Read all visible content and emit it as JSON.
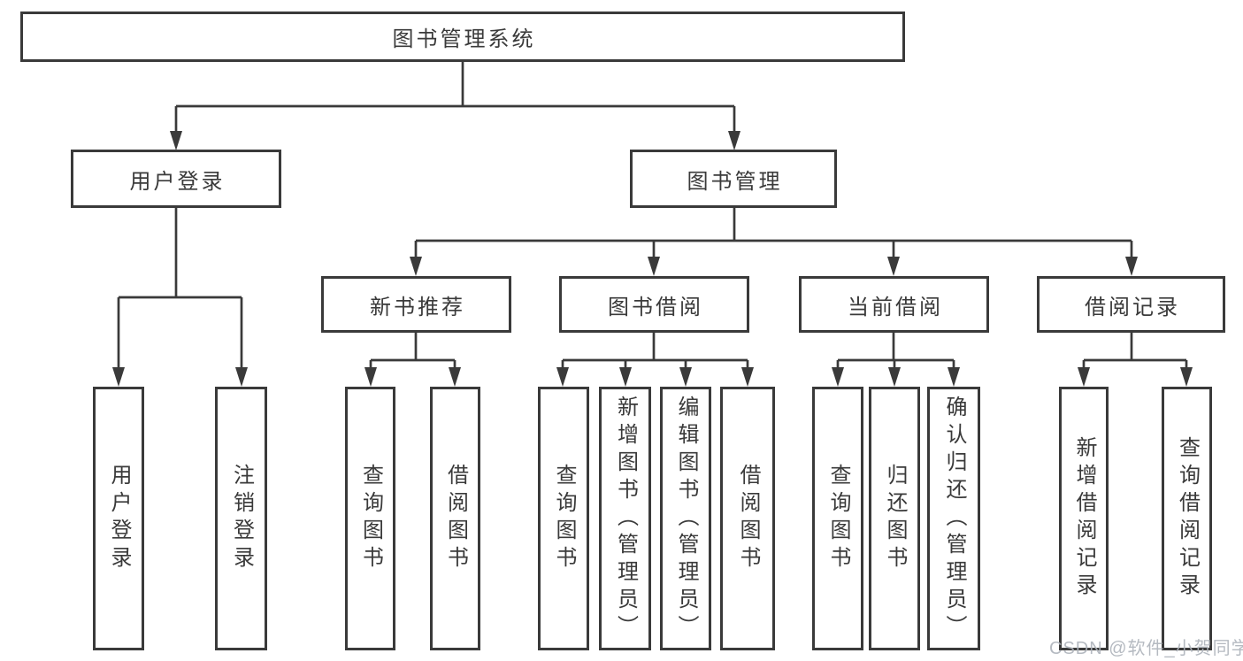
{
  "tree": {
    "root": {
      "label": "图书管理系统"
    },
    "level2": [
      {
        "label": "用户登录"
      },
      {
        "label": "图书管理"
      }
    ],
    "level3": [
      {
        "label": "新书推荐"
      },
      {
        "label": "图书借阅"
      },
      {
        "label": "当前借阅"
      },
      {
        "label": "借阅记录"
      }
    ],
    "leafGroups": [
      {
        "parent": "用户登录",
        "leaves": [
          {
            "label": "用户登录"
          },
          {
            "label": "注销登录"
          }
        ]
      },
      {
        "parent": "新书推荐",
        "leaves": [
          {
            "label": "查询图书"
          },
          {
            "label": "借阅图书"
          }
        ]
      },
      {
        "parent": "图书借阅",
        "leaves": [
          {
            "label": "查询图书"
          },
          {
            "label": "新增图书（管理员）"
          },
          {
            "label": "编辑图书（管理员）"
          },
          {
            "label": "借阅图书"
          }
        ]
      },
      {
        "parent": "当前借阅",
        "leaves": [
          {
            "label": "查询图书"
          },
          {
            "label": "归还图书"
          },
          {
            "label": "确认归还（管理员）"
          }
        ]
      },
      {
        "parent": "借阅记录",
        "leaves": [
          {
            "label": "新增借阅记录"
          },
          {
            "label": "查询借阅记录"
          }
        ]
      }
    ]
  },
  "watermark": "CSDN @软件_小贺同学",
  "colors": {
    "line": "#3a3a3a",
    "text": "#3a3a3a",
    "background": "#ffffff",
    "watermark": "#adb2ba"
  }
}
